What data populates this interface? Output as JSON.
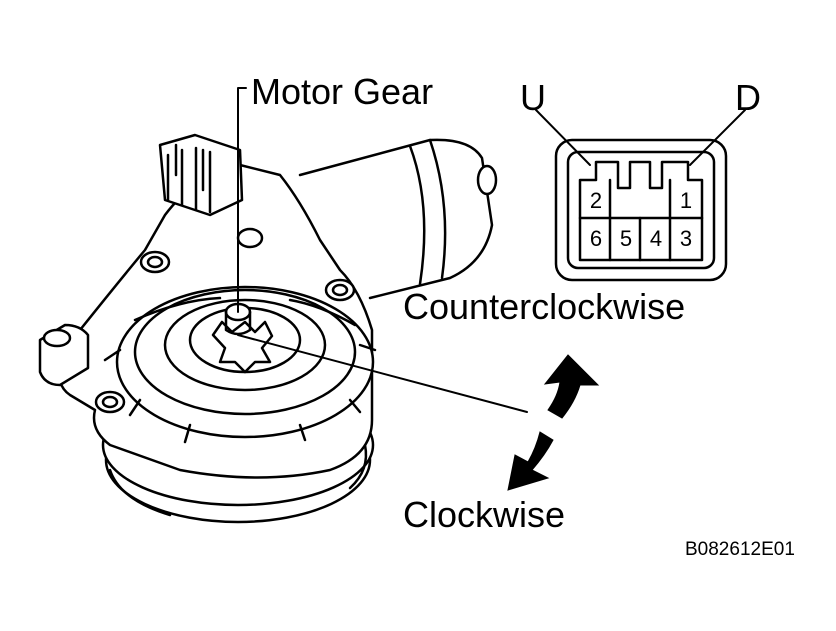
{
  "labels": {
    "motor_gear": "Motor Gear",
    "counterclockwise": "Counterclockwise",
    "clockwise": "Clockwise",
    "terminal_u": "U",
    "terminal_d": "D",
    "figure_code": "B082612E01"
  },
  "connector": {
    "pins": [
      "2",
      "1",
      "6",
      "5",
      "4",
      "3"
    ]
  }
}
